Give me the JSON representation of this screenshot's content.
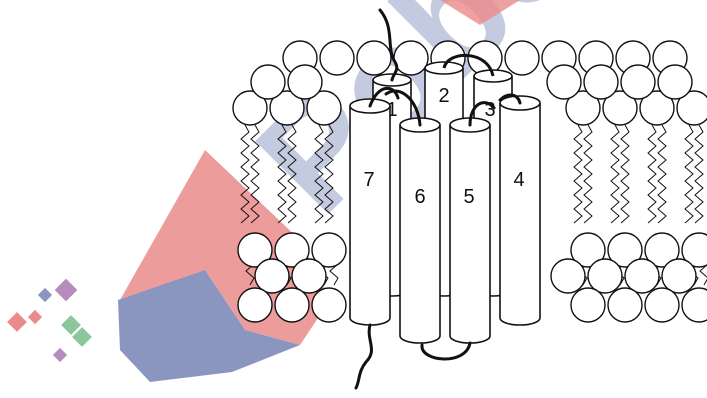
{
  "figure": {
    "helices": [
      {
        "label": "7"
      },
      {
        "label": "6"
      },
      {
        "label": "5"
      },
      {
        "label": "4"
      },
      {
        "label": "1"
      },
      {
        "label": "2"
      },
      {
        "label": "3"
      }
    ]
  },
  "watermark": {
    "text": "Pobo",
    "colors": {
      "red": "#d92b2b",
      "navy": "#2b3f8c",
      "purple": "#7a2f8a",
      "green": "#2e9a4a"
    }
  },
  "colors": {
    "stroke": "#111111",
    "fill": "#ffffff"
  }
}
